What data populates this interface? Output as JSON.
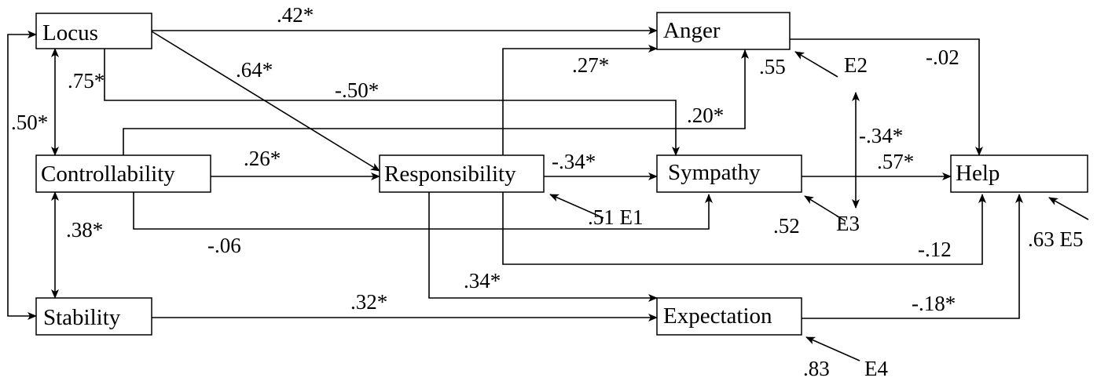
{
  "nodes": {
    "locus": "Locus",
    "controllability": "Controllability",
    "stability": "Stability",
    "responsibility": "Responsibility",
    "anger": "Anger",
    "sympathy": "Sympathy",
    "expectation": "Expectation",
    "help": "Help"
  },
  "coefficients": {
    "locus_anger": ".42*",
    "locus_responsibility": ".64*",
    "locus_sympathy": "-.50*",
    "locus_controllability": ".75*",
    "locus_stability": ".50*",
    "controllability_stability": ".38*",
    "controllability_responsibility": ".26*",
    "controllability_anger": ".20*",
    "controllability_sympathy": "-.06",
    "responsibility_anger": ".27*",
    "responsibility_sympathy": "-.34*",
    "responsibility_expectation": ".34*",
    "responsibility_help": "-.12",
    "anger_help": "-.02",
    "sympathy_help": ".57*",
    "stability_expectation": ".32*",
    "expectation_help": "-.18*",
    "e2_e3": "-.34*"
  },
  "errors": {
    "e1": ".51 E1",
    "e2_label": "E2",
    "e2_value": ".55",
    "e3_label": "E3",
    "e3_value": ".52",
    "e4_label": "E4",
    "e4_value": ".83",
    "e5": ".63 E5"
  },
  "colors": {
    "line": "#000000",
    "background": "#ffffff"
  }
}
